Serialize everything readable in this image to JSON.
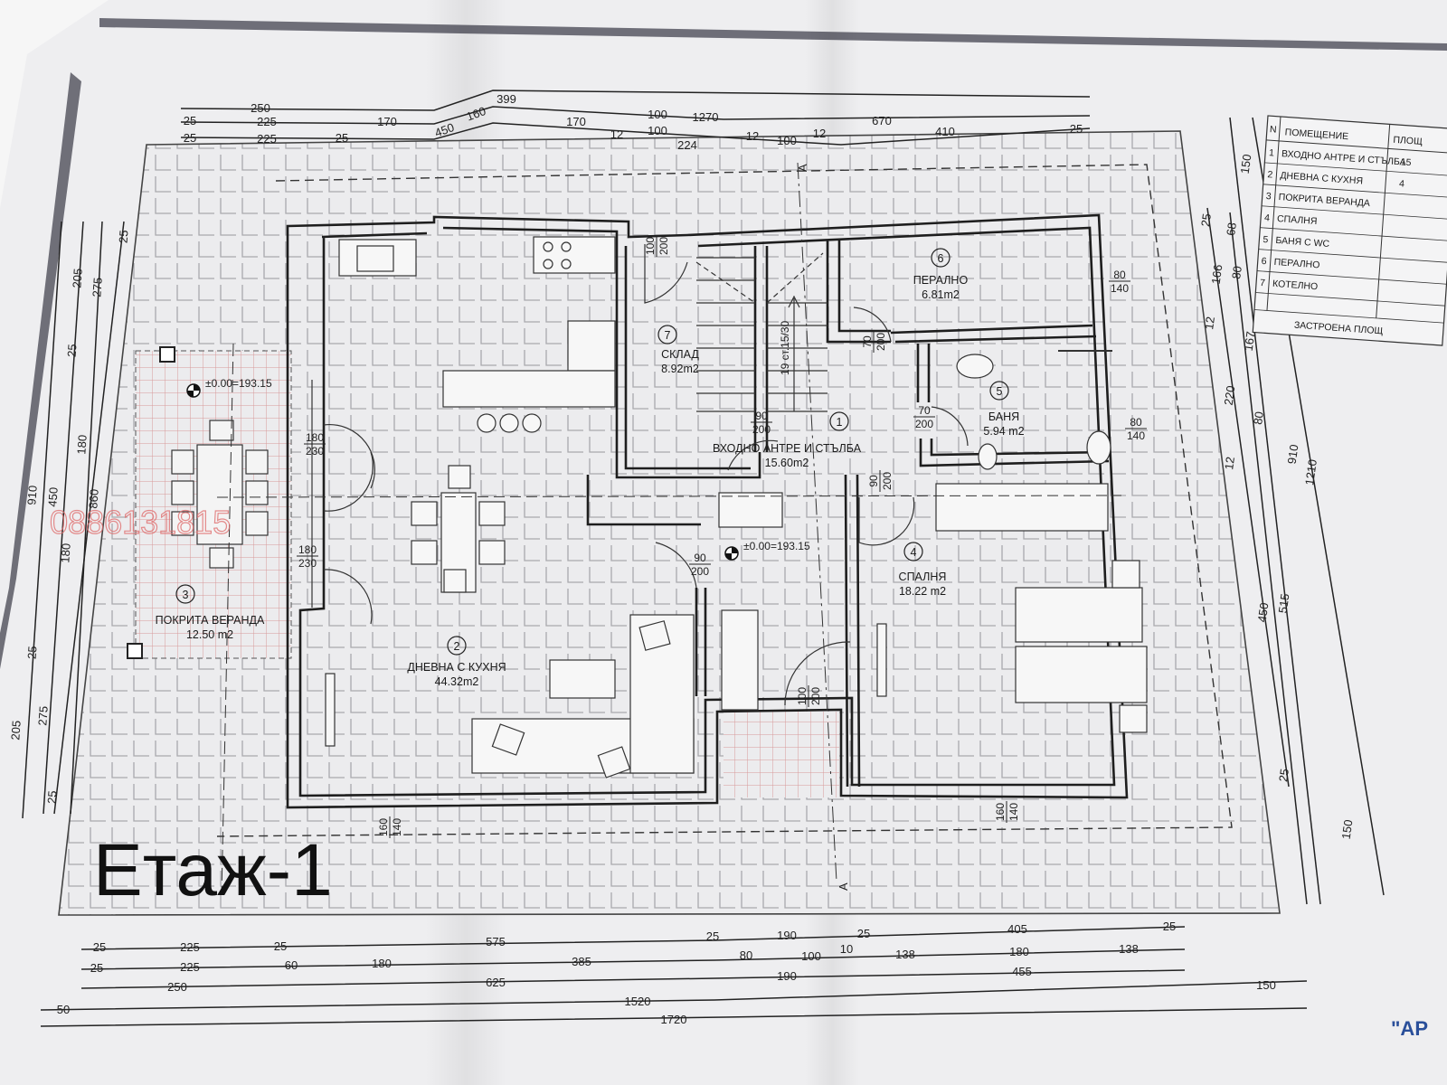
{
  "floor_label": "Етаж-1",
  "watermark": "0886131815",
  "stamp_fragment": "\"АР",
  "rooms": [
    {
      "number": "1",
      "name": "ВХОДНО АНТРЕ И СТЪЛБА",
      "area": "15.60m2"
    },
    {
      "number": "2",
      "name": "ДНЕВНА С КУХНЯ",
      "area": "44.32m2"
    },
    {
      "number": "3",
      "name": "ПОКРИТА ВЕРАНДА",
      "area": "12.50 m2"
    },
    {
      "number": "4",
      "name": "СПАЛНЯ",
      "area": "18.22 m2"
    },
    {
      "number": "5",
      "name": "БАНЯ",
      "area": "5.94 m2"
    },
    {
      "number": "6",
      "name": "ПЕРАЛНО",
      "area": "6.81m2"
    },
    {
      "number": "7",
      "name": "СКЛАД",
      "area": "8.92m2"
    }
  ],
  "room_table": {
    "headers": [
      "N",
      "ПОМЕЩЕНИЕ",
      "ПЛОЩ"
    ],
    "rows": [
      {
        "n": "1",
        "name": "ВХОДНО АНТРЕ И СТЪЛБА",
        "area": "15"
      },
      {
        "n": "2",
        "name": "ДНЕВНА С КУХНЯ",
        "area": "4"
      },
      {
        "n": "3",
        "name": "ПОКРИТА ВЕРАНДА",
        "area": ""
      },
      {
        "n": "4",
        "name": "СПАЛНЯ",
        "area": ""
      },
      {
        "n": "5",
        "name": "БАНЯ С WC",
        "area": ""
      },
      {
        "n": "6",
        "name": "ПЕРАЛНО",
        "area": ""
      },
      {
        "n": "7",
        "name": "КОТЕЛНО",
        "area": ""
      }
    ],
    "total_label": "ЗАСТРОЕНА ПЛОЩ"
  },
  "elevation_marks": [
    "±0.00=193.15",
    "±0.00=193.15"
  ],
  "stair_label": "19 ст.15/30",
  "section_marks": [
    "A",
    "A"
  ],
  "openings": [
    [
      "100",
      "200"
    ],
    [
      "70",
      "200"
    ],
    [
      "90",
      "200"
    ],
    [
      "70",
      "200"
    ],
    [
      "90",
      "200"
    ],
    [
      "180",
      "230"
    ],
    [
      "180",
      "230"
    ],
    [
      "90",
      "200"
    ],
    [
      "100",
      "200"
    ],
    [
      "80",
      "140"
    ],
    [
      "80",
      "140"
    ],
    [
      "160",
      "140"
    ],
    [
      "160",
      "140"
    ]
  ],
  "dimensions": {
    "top": [
      "250",
      "399",
      "25",
      "225",
      "170",
      "160",
      "170",
      "100",
      "1270",
      "670",
      "25",
      "225",
      "25",
      "450",
      "12",
      "100",
      "224",
      "12",
      "100",
      "12",
      "410",
      "25"
    ],
    "bottom": [
      "25",
      "225",
      "25",
      "575",
      "25",
      "190",
      "25",
      "405",
      "25",
      "25",
      "225",
      "60",
      "180",
      "385",
      "80",
      "100",
      "10",
      "138",
      "180",
      "138",
      "250",
      "625",
      "190",
      "455",
      "150",
      "50",
      "1520",
      "1720"
    ],
    "left": [
      "910",
      "450",
      "860",
      "205",
      "275",
      "25",
      "180",
      "180",
      "25",
      "275",
      "205",
      "25",
      "25"
    ],
    "right": [
      "150",
      "25",
      "68",
      "166",
      "80",
      "12",
      "167",
      "220",
      "80",
      "12",
      "910",
      "1210",
      "450",
      "515",
      "25",
      "150"
    ]
  }
}
